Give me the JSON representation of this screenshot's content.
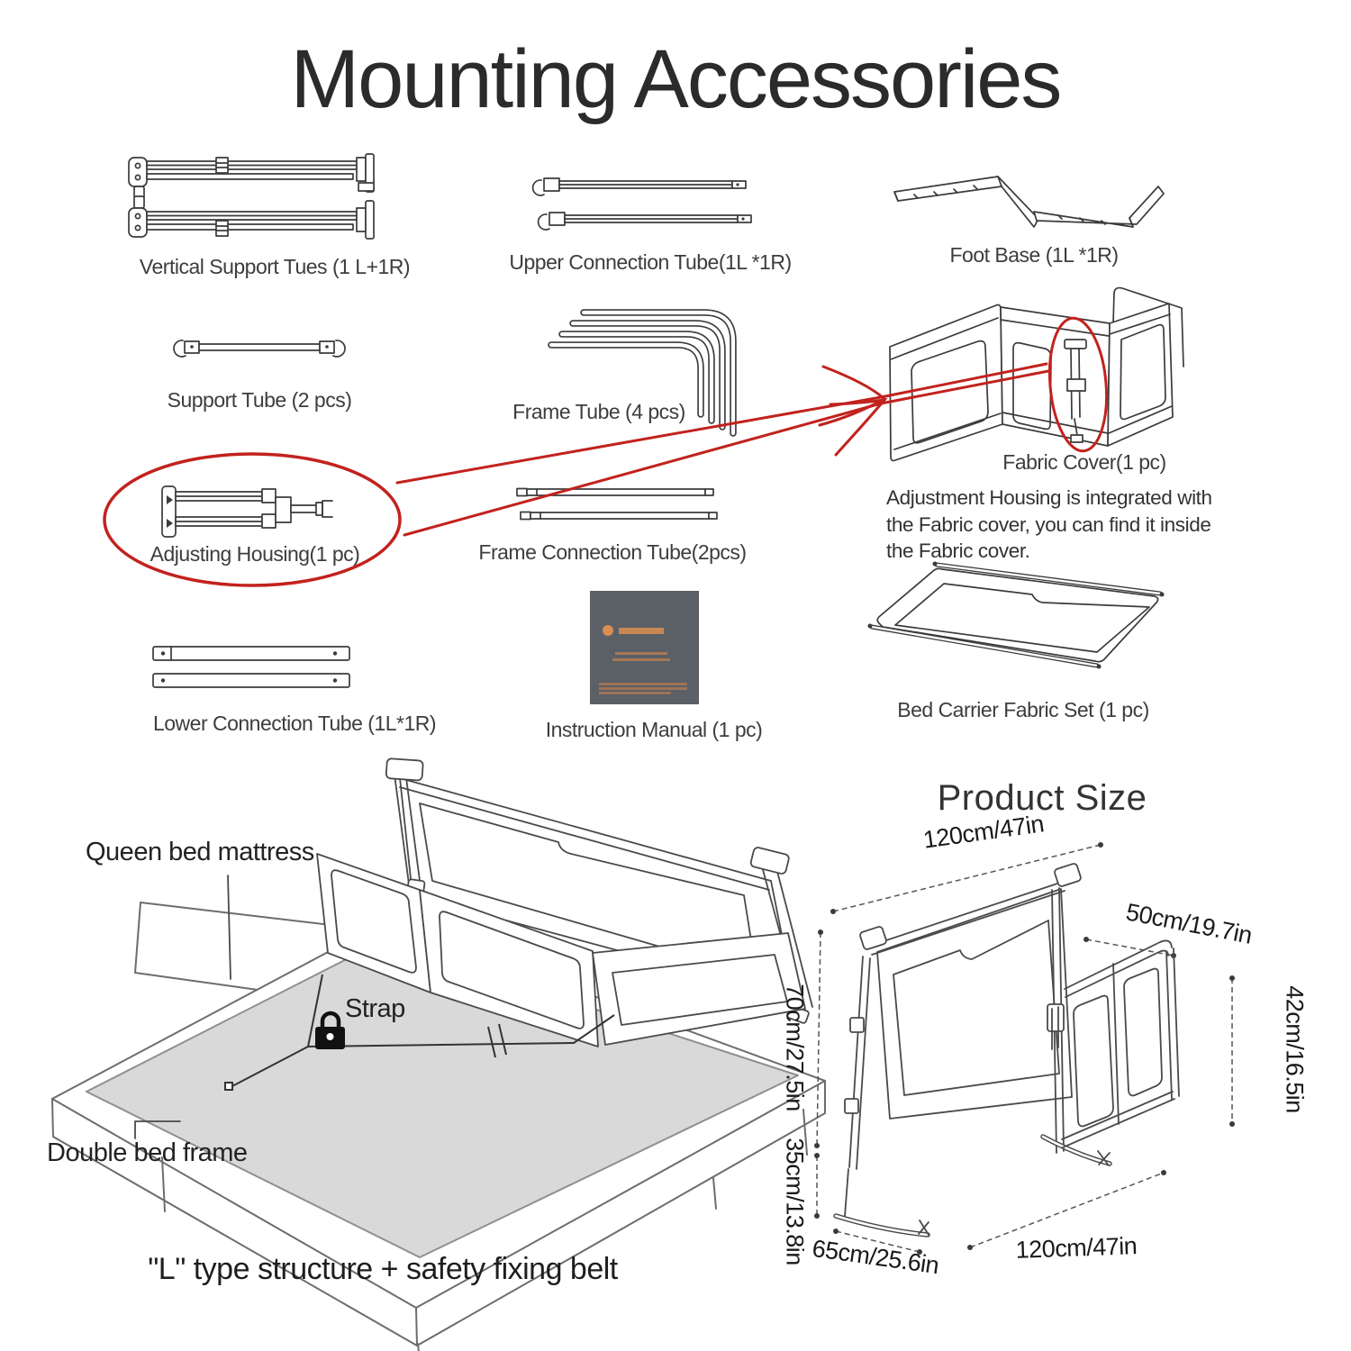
{
  "title": "Mounting Accessories",
  "parts": {
    "vertical_support": "Vertical Support Tues (1 L+1R)",
    "upper_connection": "Upper Connection Tube(1L *1R)",
    "foot_base": "Foot Base (1L *1R)",
    "support_tube": "Support Tube (2 pcs)",
    "frame_tube": "Frame Tube (4 pcs)",
    "fabric_cover": "Fabric Cover(1 pc)",
    "adjusting_housing": "Adjusting Housing(1 pc)",
    "frame_connection": "Frame Connection Tube(2pcs)",
    "lower_connection": "Lower Connection Tube (1L*1R)",
    "instruction_manual": "Instruction Manual (1 pc)",
    "bed_carrier": "Bed Carrier Fabric Set (1 pc)"
  },
  "note_lines": [
    "Adjustment Housing is integrated with",
    "the Fabric cover, you can find it inside",
    "the Fabric cover."
  ],
  "bed_diagram": {
    "mattress_label": "Queen bed mattress",
    "strap_label": "Strap",
    "frame_label": "Double bed frame",
    "caption": "\"L\" type structure + safety fixing belt"
  },
  "product_size": {
    "title": "Product Size",
    "top_width": "120cm/47in",
    "depth": "50cm/19.7in",
    "rail_height": "70cm/27.5in",
    "lower_height": "35cm/13.8in",
    "side_height": "42cm/16.5in",
    "foot_length": "65cm/25.6in",
    "bottom_width": "120cm/47in"
  },
  "colors": {
    "annotation_red": "#c2221e",
    "mattress_gray": "#d9d9d9",
    "manual_cover_gray": "#5b5f66",
    "manual_accent_orange": "#d98e52"
  }
}
